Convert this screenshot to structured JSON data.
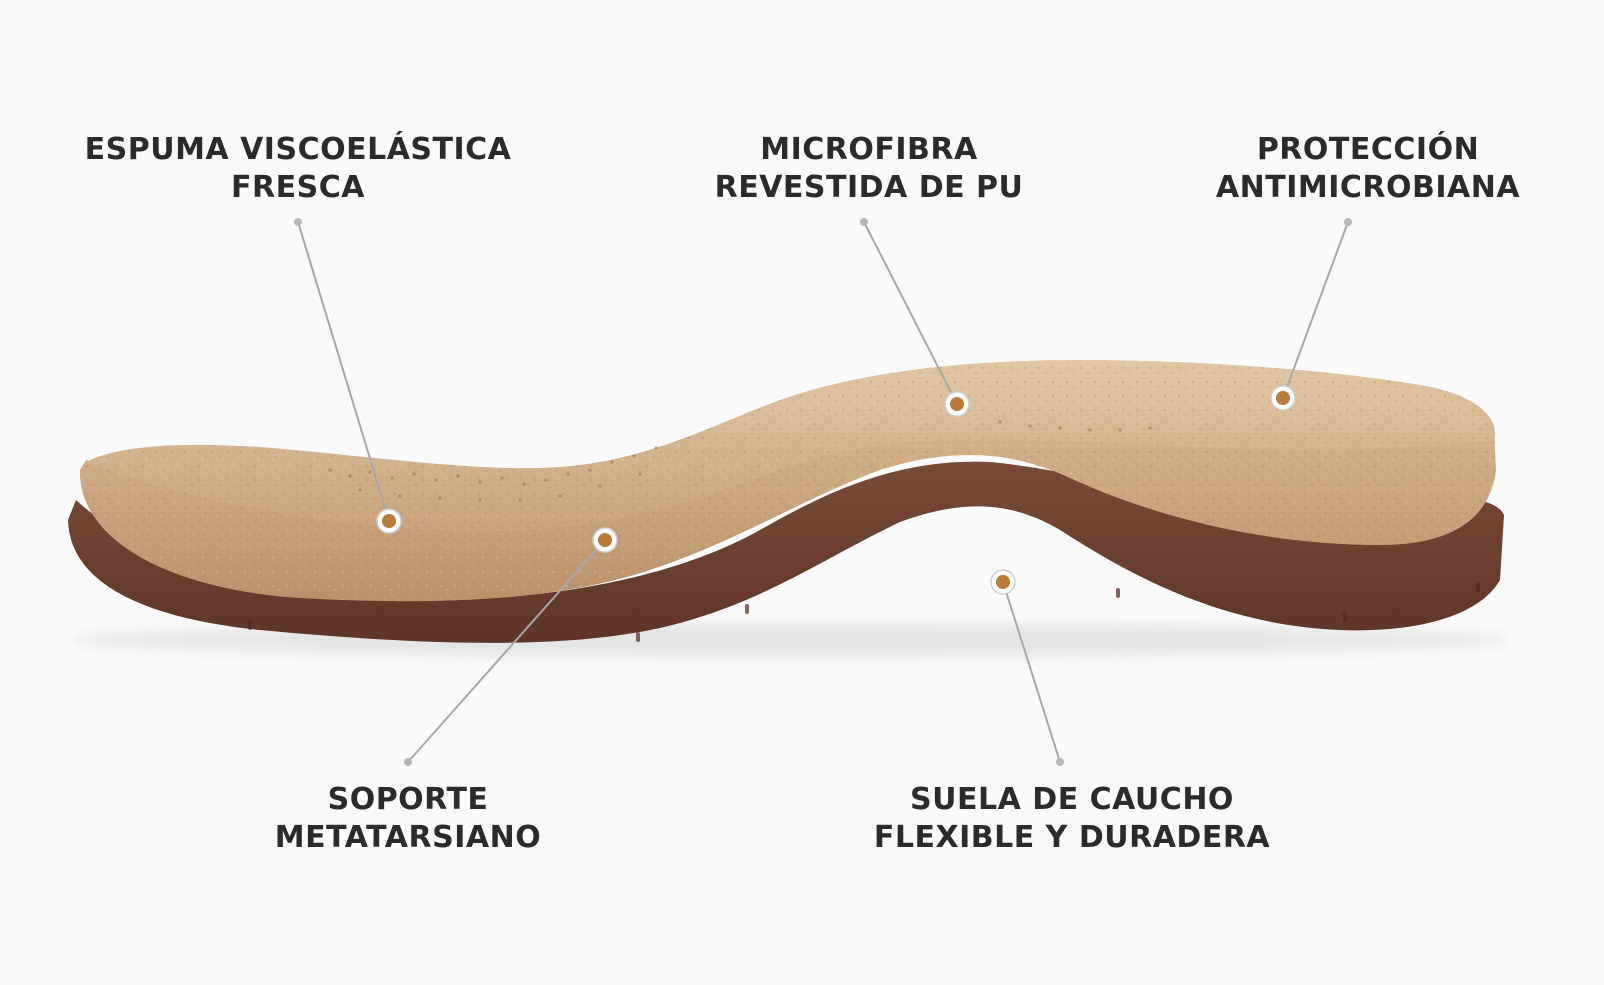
{
  "callouts": {
    "espuma": {
      "line1": "ESPUMA VISCOELÁSTICA",
      "line2": "FRESCA"
    },
    "microfibra": {
      "line1": "MICROFIBRA",
      "line2": "REVESTIDA DE PU"
    },
    "proteccion": {
      "line1": "PROTECCIÓN",
      "line2": "ANTIMICROBIANA"
    },
    "soporte": {
      "line1": "SOPORTE",
      "line2": "METATARSIANO"
    },
    "suela": {
      "line1": "SUELA DE CAUCHO",
      "line2": "FLEXIBLE Y DURADERA"
    }
  },
  "colors": {
    "background": "#fafafa",
    "cork": "#cda883",
    "cork_light": "#ddbd97",
    "sole": "#6e4130",
    "marker": "#b97a3a",
    "leader": "#a8a8a8",
    "text": "#2b2b2b"
  }
}
